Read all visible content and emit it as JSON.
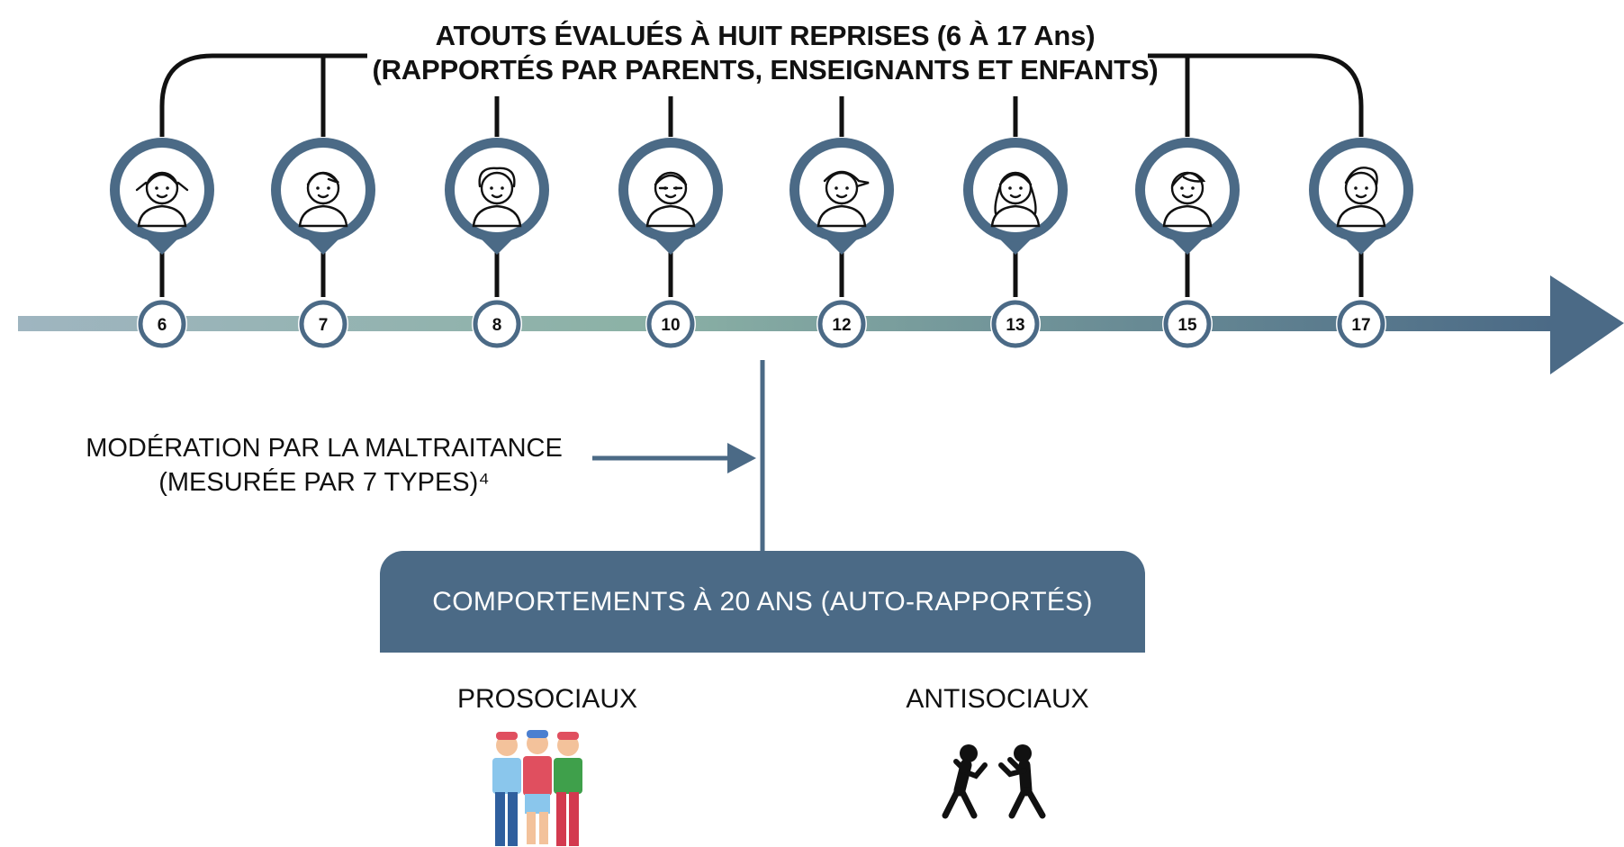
{
  "title": {
    "line1": "ATOUTS ÉVALUÉS À HUIT REPRISES (6 À 17 Ans)",
    "line2": "(RAPPORTÉS PAR PARENTS, ENSEIGNANTS ET ENFANTS)"
  },
  "ages": [
    "6",
    "7",
    "8",
    "10",
    "12",
    "13",
    "15",
    "17"
  ],
  "moderation": {
    "line1": "MODÉRATION PAR LA MALTRAITANCE",
    "line2": "(MESURÉE PAR 7 TYPES)⁴"
  },
  "behaviors": {
    "title": "COMPORTEMENTS À 20 ANS (AUTO-RAPPORTÉS)",
    "prosocial": "PROSOCIAUX",
    "antisocial": "ANTISOCIAUX"
  },
  "colors": {
    "accent": "#4b6a86",
    "timeline_start": "#9fb5c0",
    "timeline_mid": "#8cb2a6",
    "timeline_end": "#4b6a86"
  },
  "icons": {
    "children": [
      "girl-pigtails-icon",
      "boy-icon",
      "curly-hair-glasses-child-icon",
      "glasses-bowtie-girl-icon",
      "cap-boy-icon",
      "long-hair-girl-icon",
      "teen-girl-icon",
      "teen-boy-hoodie-icon"
    ],
    "prosocial": "group-of-friends-icon",
    "antisocial": "fighting-people-icon"
  }
}
